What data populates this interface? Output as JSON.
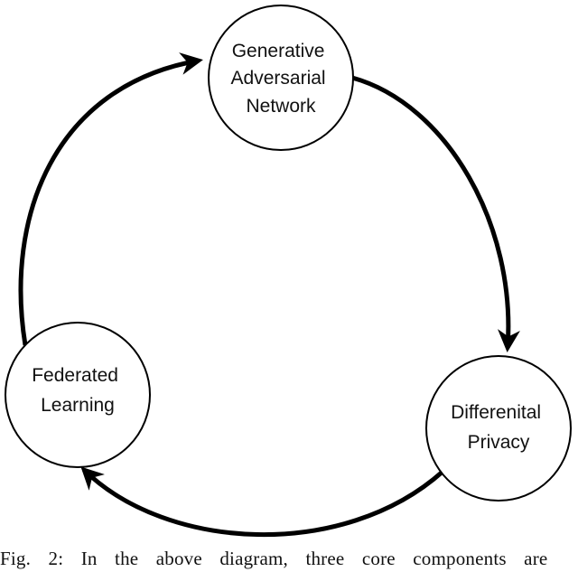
{
  "diagram": {
    "nodes": [
      {
        "id": "gan",
        "lines": [
          "Generative",
          "Adversarial",
          "Network"
        ]
      },
      {
        "id": "dp",
        "lines": [
          "Differenital",
          "Privacy"
        ]
      },
      {
        "id": "fl",
        "lines": [
          "Federated",
          "Learning"
        ]
      }
    ],
    "edges": [
      {
        "from": "gan",
        "to": "dp"
      },
      {
        "from": "dp",
        "to": "fl"
      },
      {
        "from": "fl",
        "to": "gan"
      }
    ],
    "colors": {
      "stroke": "#000000",
      "node_fill": "#ffffff",
      "text": "#111111"
    }
  },
  "caption": {
    "text": "Fig. 2: In the above diagram, three core components are"
  }
}
